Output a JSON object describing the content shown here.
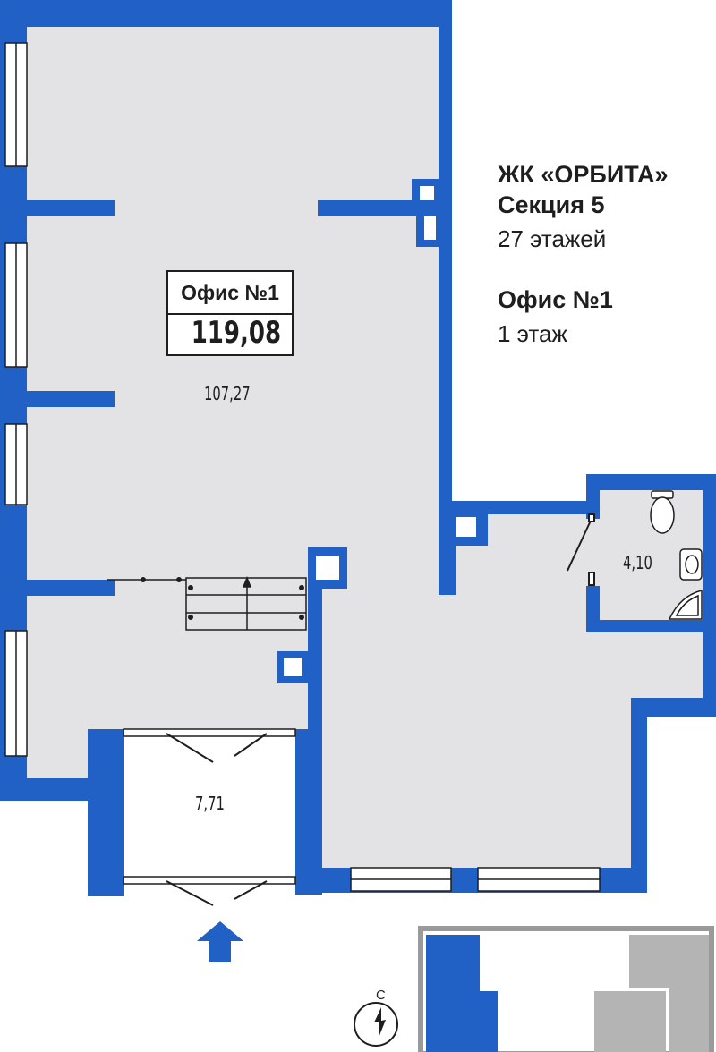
{
  "building": {
    "complex_name": "ЖК «ОРБИТА»",
    "section": "Секция 5",
    "floors_total": "27 этажей"
  },
  "unit": {
    "name": "Офис №1",
    "floor": "1 этаж",
    "total_area": "119,08"
  },
  "rooms": [
    {
      "area": "107,27"
    },
    {
      "area": "4,10"
    },
    {
      "area": "7,71"
    }
  ],
  "compass": {
    "north_label": "С"
  },
  "colors": {
    "wall": "#2160c4",
    "floor": "#e3e3e5",
    "minimap_gray": "#b4b4b4",
    "text": "#1e1e1e"
  }
}
